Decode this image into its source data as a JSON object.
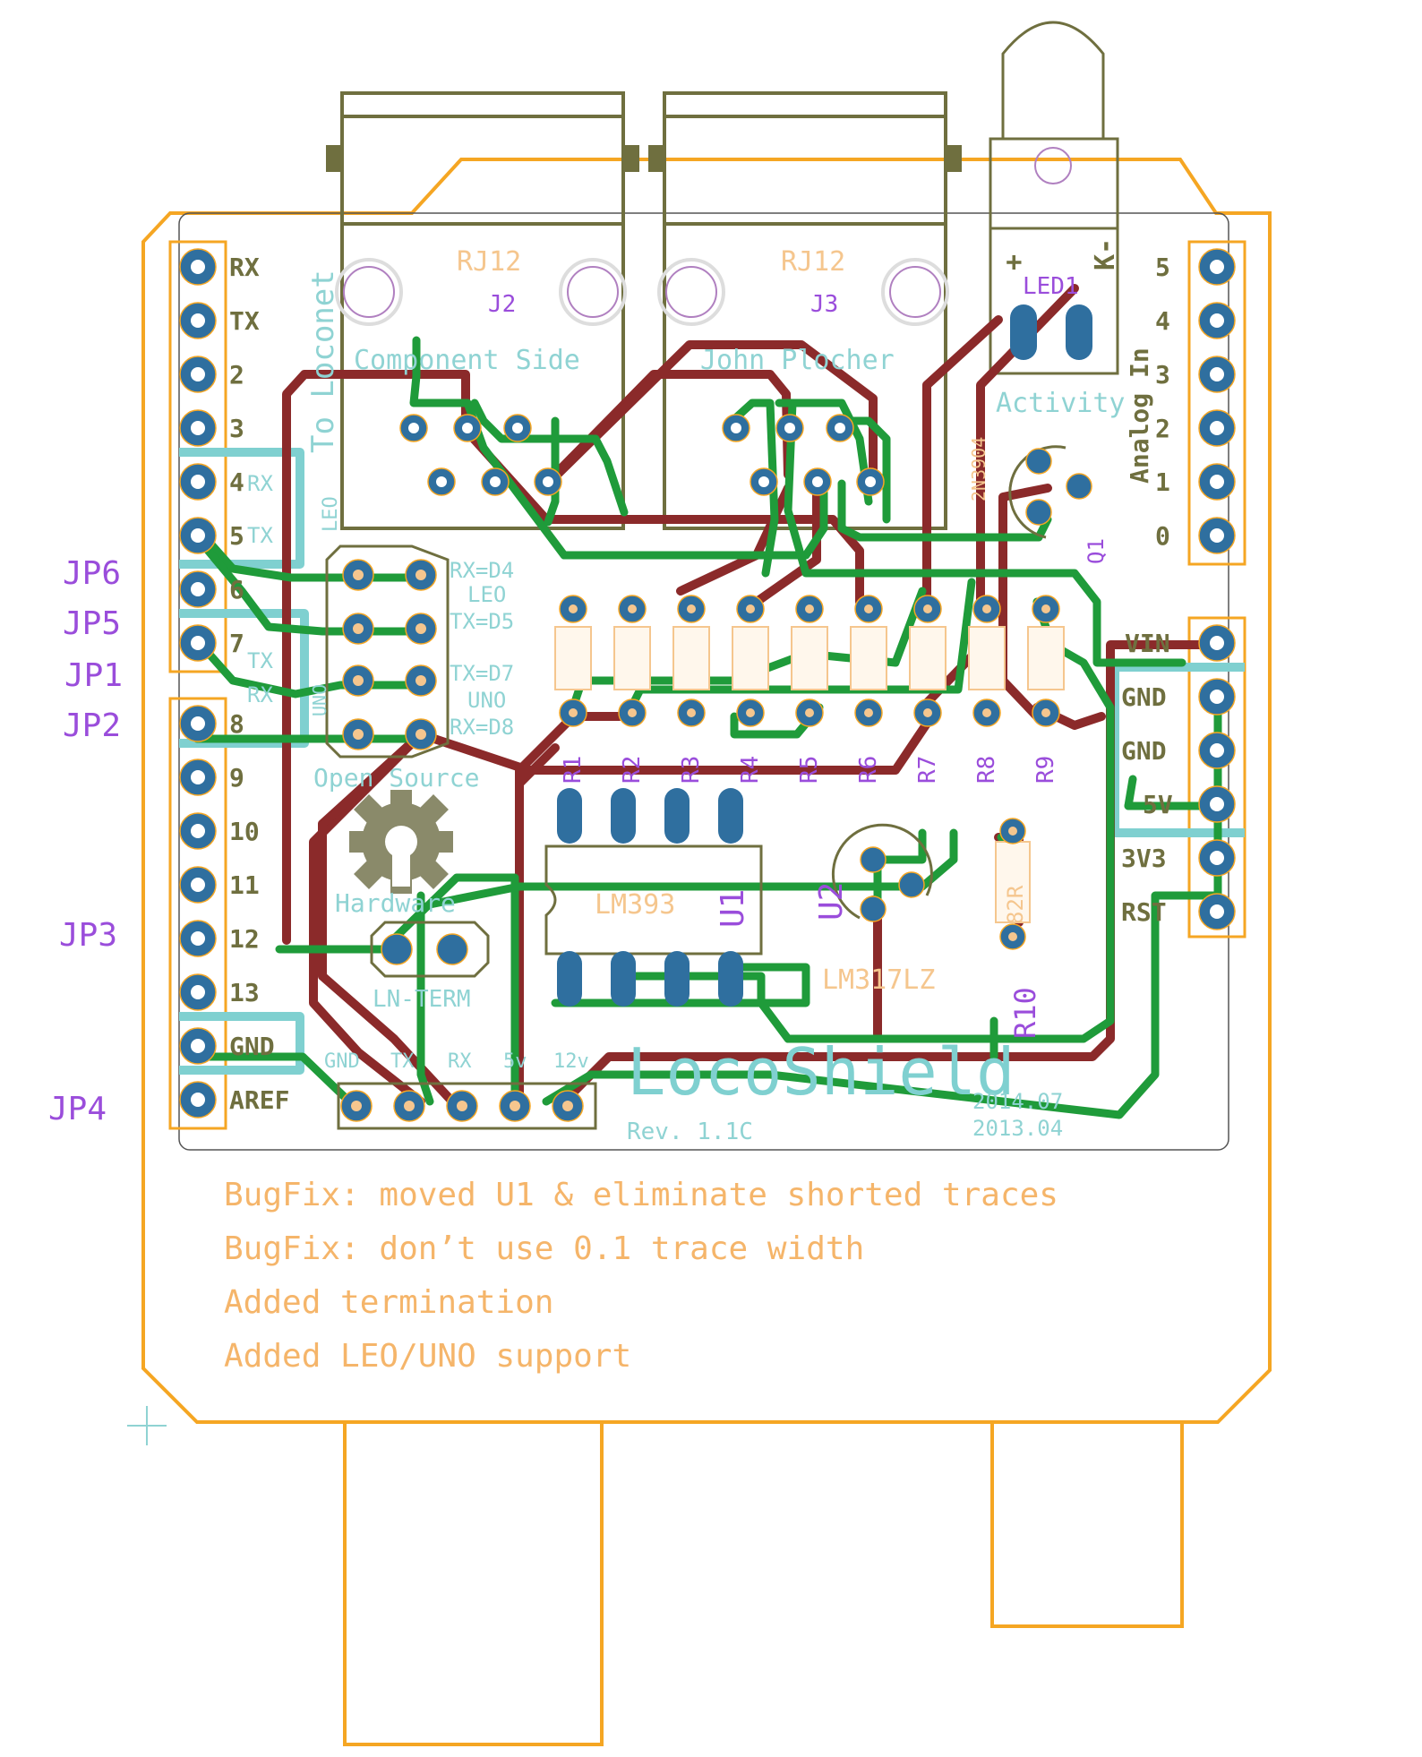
{
  "colors": {
    "board_outline": "#f5a623",
    "silk_olive": "#6f6f3f",
    "trace_top": "#1f9b3a",
    "trace_bottom": "#8b2a2a",
    "pad": "#2f6f9f",
    "pad_ring": "#f5a623",
    "silk_cyan": "#7fd0d0",
    "silk_orange": "#f5c68e",
    "part_name_purple": "#9a4ddb",
    "note_text": "#f5b56a"
  },
  "left_header": {
    "pin_labels": [
      "RX",
      "TX",
      "2",
      "3",
      "4",
      "5",
      "6",
      "7",
      "8",
      "9",
      "10",
      "11",
      "12",
      "13",
      "GND",
      "AREF"
    ]
  },
  "analog_header": {
    "pin_labels": [
      "5",
      "4",
      "3",
      "2",
      "1",
      "0"
    ],
    "title": "Analog In"
  },
  "power_header": {
    "pin_labels": [
      "VIN",
      "GND",
      "GND",
      "5V",
      "3V3",
      "RST"
    ]
  },
  "jumper_names": {
    "jp6": "JP6",
    "jp5": "JP5",
    "jp1": "JP1",
    "jp2": "JP2",
    "jp3": "JP3",
    "jp4": "JP4"
  },
  "connectors": {
    "j2_value": "RJ12",
    "j2_name": "J2",
    "j3_value": "RJ12",
    "j3_name": "J3",
    "side_text_left": "Component Side",
    "side_text_right": "John Plocher",
    "loconet_text": "To Loconet",
    "leo_text": "LEO"
  },
  "led": {
    "name": "LED1",
    "plus": "+",
    "minus": "K-",
    "label": "Activity",
    "q1": "Q1",
    "q1_value": "2N3904"
  },
  "jumper_block": {
    "rx_d4": "RX=D4",
    "leo": "LEO",
    "tx_d5": "TX=D5",
    "tx_d7": "TX=D7",
    "uno": "UNO",
    "rx_d8": "RX=D8",
    "uno_side": "UNO",
    "rx": "RX",
    "tx": "TX",
    "tx2": "TX",
    "rx2": "RX"
  },
  "resistors": [
    "R1",
    "R2",
    "R3",
    "R4",
    "R5",
    "R6",
    "R7",
    "R8",
    "R9"
  ],
  "ics": {
    "u1_value": "LM393",
    "u1_name": "U1",
    "u2_name": "U2",
    "u2_value": "LM317LZ",
    "r10": "R10",
    "r10_value": "82R"
  },
  "misc": {
    "open_source": "Open Source",
    "hardware": "Hardware",
    "ln_term": "LN-TERM",
    "bottom_pins": [
      "GND",
      "TX",
      "RX",
      "5v",
      "12v"
    ],
    "board_name": "LocoShield",
    "revision": "Rev. 1.1C",
    "date1": "2014.07",
    "date2": "2013.04"
  },
  "notes": [
    "BugFix: moved U1 & eliminate shorted traces",
    "BugFix: don’t use 0.1 trace width",
    "Added termination",
    "Added LEO/UNO support"
  ]
}
